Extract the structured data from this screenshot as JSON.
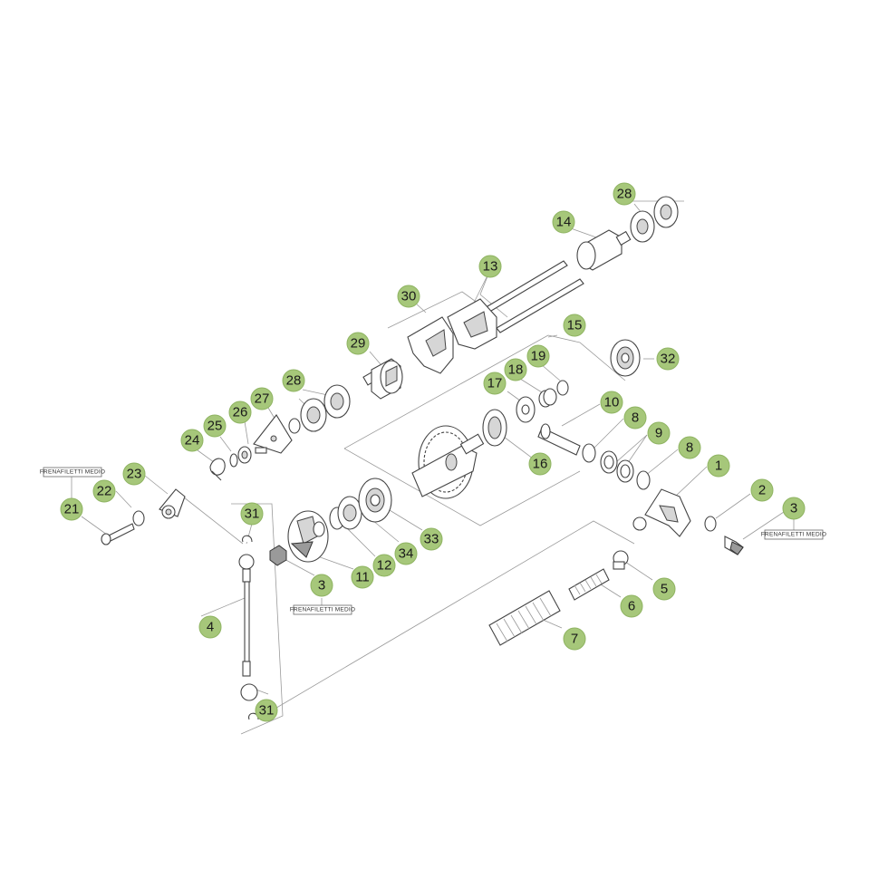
{
  "callouts": [
    "28",
    "14",
    "13",
    "30",
    "15",
    "29",
    "32",
    "19",
    "18",
    "17",
    "28",
    "27",
    "26",
    "25",
    "24",
    "10",
    "8",
    "9",
    "8",
    "1",
    "16",
    "23",
    "21",
    "22",
    "2",
    "3",
    "31",
    "11",
    "12",
    "34",
    "33",
    "3",
    "5",
    "6",
    "7",
    "4",
    "31"
  ],
  "notes": [
    "FRENAFILETTI MEDIO",
    "FRENAFILETTI MEDIO",
    "FRENAFILETTI MEDIO"
  ],
  "colors": {
    "callout_fill": "#a6c77a",
    "line": "#444444",
    "leader": "#9a9a9a",
    "background": "#ffffff"
  }
}
